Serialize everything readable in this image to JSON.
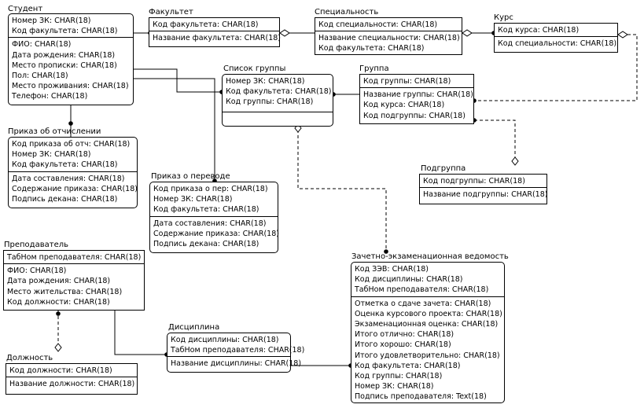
{
  "entities": {
    "student": {
      "title": "Студент",
      "keys": [
        "Номер ЗК: CHAR(18)",
        "Код факультета: CHAR(18)"
      ],
      "attrs": [
        "ФИО: CHAR(18)",
        "Дата рождения: CHAR(18)",
        "Место прописки: CHAR(18)",
        "Пол: CHAR(18)",
        "Место проживания: CHAR(18)",
        "Телефон: CHAR(18)"
      ]
    },
    "faculty": {
      "title": "Факультет",
      "keys": [
        "Код факультета: CHAR(18)"
      ],
      "attrs": [
        "Название факультета: CHAR(18)"
      ]
    },
    "specialty": {
      "title": "Специальность",
      "keys": [
        "Код специальности: CHAR(18)"
      ],
      "attrs": [
        "Название специальности: CHAR(18)",
        "Код факультета: CHAR(18)"
      ]
    },
    "course": {
      "title": "Курс",
      "keys": [
        "Код курса: CHAR(18)"
      ],
      "attrs": [
        "Код специальности: CHAR(18)"
      ]
    },
    "group_list": {
      "title": "Список группы",
      "keys": [
        "Номер ЗК: CHAR(18)",
        "Код факультета: CHAR(18)",
        "Код группы: CHAR(18)"
      ],
      "attrs": []
    },
    "group": {
      "title": "Группа",
      "keys": [
        "Код группы: CHAR(18)"
      ],
      "attrs": [
        "Название группы: CHAR(18)",
        "Код курса: CHAR(18)",
        "Код подгруппы: CHAR(18)"
      ]
    },
    "expel_order": {
      "title": "Приказ об отчислении",
      "keys": [
        "Код приказа об отч: CHAR(18)",
        "Номер ЗК: CHAR(18)",
        "Код факультета: CHAR(18)"
      ],
      "attrs": [
        "Дата составления: CHAR(18)",
        "Содержание приказа: CHAR(18)",
        "Подпись декана: CHAR(18)"
      ]
    },
    "transfer_order": {
      "title": "Приказ о переводе",
      "keys": [
        "Код приказа о пер: CHAR(18)",
        "Номер ЗК: CHAR(18)",
        "Код факультета: CHAR(18)"
      ],
      "attrs": [
        "Дата составления: CHAR(18)",
        "Содержание приказа: CHAR(18)",
        "Подпись декана: CHAR(18)"
      ]
    },
    "subgroup": {
      "title": "Подгруппа",
      "keys": [
        "Код подгруппы: CHAR(18)"
      ],
      "attrs": [
        "Название подгруппы: CHAR(18)"
      ]
    },
    "teacher": {
      "title": "Преподаватель",
      "keys": [
        "ТабНом преподавателя: CHAR(18)"
      ],
      "attrs": [
        "ФИО: CHAR(18)",
        "Дата рождения: CHAR(18)",
        "Место жительства: CHAR(18)",
        "Код должности: CHAR(18)"
      ]
    },
    "position": {
      "title": "Должность",
      "keys": [
        "Код должности: CHAR(18)"
      ],
      "attrs": [
        "Название должности: CHAR(18)"
      ]
    },
    "discipline": {
      "title": "Дисциплина",
      "keys": [
        "Код дисциплины: CHAR(18)",
        "ТабНом преподавателя: CHAR(18)"
      ],
      "attrs": [
        "Название дисциплины: CHAR(18)"
      ]
    },
    "exam_sheet": {
      "title": "Зачетно-экзаменационная ведомость",
      "keys": [
        "Код ЗЭВ: CHAR(18)",
        "Код дисциплины: CHAR(18)",
        "ТабНом преподавателя: CHAR(18)"
      ],
      "attrs": [
        "Отметка о сдаче зачета: CHAR(18)",
        "Оценка курсового проекта: CHAR(18)",
        "Экзаменационная оценка: CHAR(18)",
        "Итого отлично: CHAR(18)",
        "Итого хорошо: CHAR(18)",
        "Итого удовлетворительно: CHAR(18)",
        "Код факультета: CHAR(18)",
        "Код группы: CHAR(18)",
        "Номер ЗК: CHAR(18)",
        "Подпись преподавателя: Text(18)"
      ]
    }
  }
}
